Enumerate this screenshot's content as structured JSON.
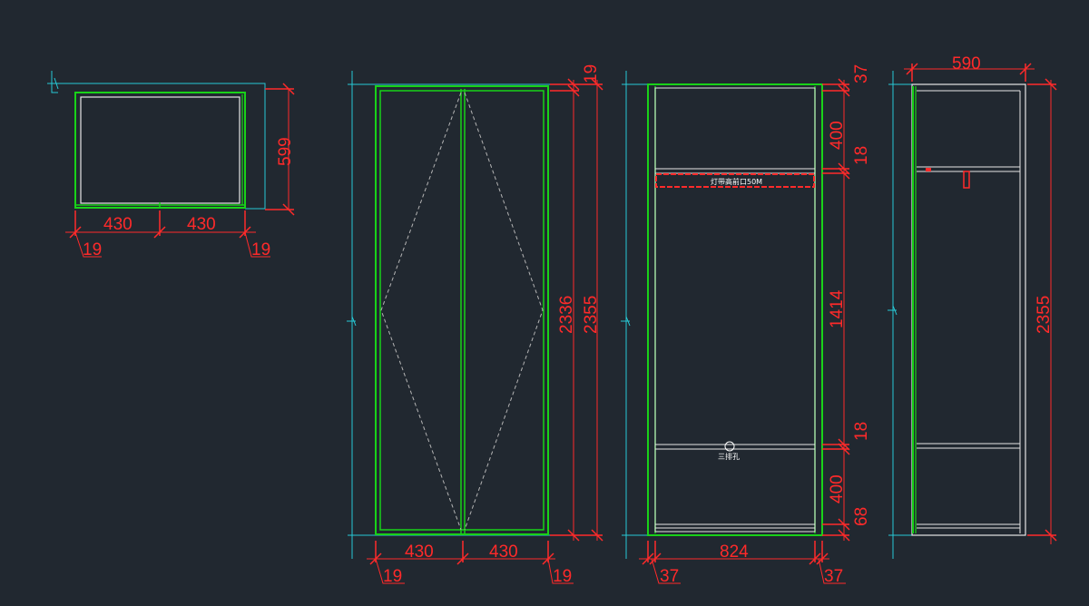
{
  "plan_view": {
    "depth": "599",
    "widths": [
      "430",
      "430"
    ],
    "sides": [
      "19",
      "19"
    ]
  },
  "door_elevation": {
    "top": "19",
    "door_height": "2336",
    "total_height": "2355",
    "widths": [
      "430",
      "430"
    ],
    "sides": [
      "19",
      "19"
    ]
  },
  "interior_elevation": {
    "top": "37",
    "upper_space": "400",
    "upper_shelf": "18",
    "middle_space": "1414",
    "lower_shelf": "18",
    "lower_space": "400",
    "plinth": "68",
    "inner_width": "824",
    "sides": [
      "37",
      "37"
    ],
    "light_note": "灯带高前口50M",
    "socket_note": "三排孔"
  },
  "side_elevation": {
    "depth": "590",
    "total_height": "2355"
  },
  "colors": {
    "background": "#212830",
    "panel": "#19d219",
    "dimension": "#ff2a2a",
    "wall": "#27c9d6",
    "line": "#e6e6e6"
  }
}
